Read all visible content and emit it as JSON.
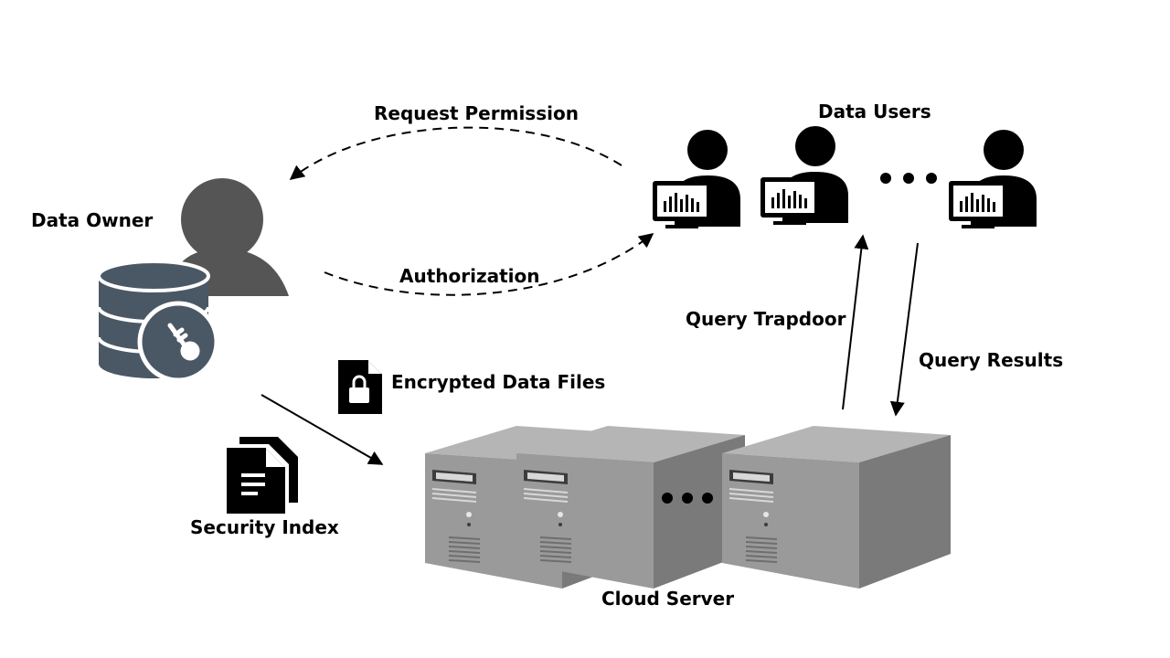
{
  "labels": {
    "data_owner": "Data Owner",
    "data_users": "Data Users",
    "request_permission": "Request Permission",
    "authorization": "Authorization",
    "query_trapdoor": "Query Trapdoor",
    "query_results": "Query Results",
    "encrypted_data_files": "Encrypted Data Files",
    "security_index": "Security Index",
    "cloud_server": "Cloud Server"
  },
  "colors": {
    "owner_gray": "#555555",
    "database_slate": "#4a5866",
    "server_front": "#9a9a9a",
    "server_side": "#7a7a7a",
    "server_top": "#b5b5b5",
    "ink": "#000000"
  },
  "icons": {
    "owner": "person-icon",
    "database": "database-key-icon",
    "users": "user-at-computer-icon",
    "encrypted_file": "locked-file-icon",
    "index": "document-stack-icon",
    "server": "server-tower-icon"
  }
}
